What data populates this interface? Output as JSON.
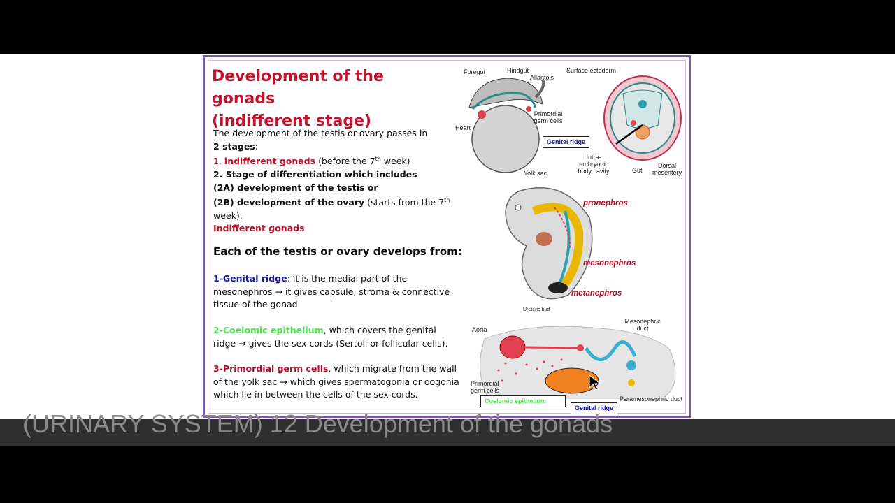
{
  "slide": {
    "title_line1": "Development of the gonads",
    "title_line2": "(indifferent stage)",
    "intro": "The development of the testis or ovary passes in",
    "two_stages": "2 stages",
    "colon": ":",
    "stage1_num": "1.",
    "stage1_name": "indifferent gonads",
    "stage1_note": "(before the 7",
    "th": "th",
    "week_close": " week)",
    "stage2": "2. Stage of differentiation which includes",
    "stage2a": "(2A) development of the testis or",
    "stage2b": "(2B) development of the ovary",
    "stage2b_note": " (starts from the 7",
    "stage2b_week": " week).",
    "indifferent_gonads": "Indifferent gonads",
    "heading": "Each of the testis or ovary develops from:",
    "item1_name": "1-Genital ridge",
    "item1_text": ": it is the medial part of the mesonephros → it gives capsule, stroma & connective tissue of the gonad",
    "item2_name": "2-Coelomic epithelium",
    "item2_text": ", which covers the genital ridge → gives the sex cords (Sertoli or follicular cells).",
    "item3_name": "3-Primordial germ cells",
    "item3_text": ", which migrate from the wall of the yolk sac → which gives spermatogonia or oogonia which lie in between the cells of the sex cords."
  },
  "figure1": {
    "foregut": "Foregut",
    "hindgut": "Hindgut",
    "allantois": "Allantois",
    "heart": "Heart",
    "primordial_germ_cells": "Primordial germ cells",
    "yolk_sac": "Yolk sac",
    "surface_ectoderm": "Surface ectoderm",
    "genital_ridge": "Genital ridge",
    "intra_embryonic": "Intra-embryonic body cavity",
    "gut": "Gut",
    "dorsal_mesentery": "Dorsal mesentery"
  },
  "figure2": {
    "pronephros": "pronephros",
    "mesonephros": "mesonephros",
    "metanephros": "metanephros",
    "ureteric_bud": "Ureteric bud"
  },
  "figure3": {
    "aorta": "Aorta",
    "mesonephric_duct": "Mesonephric duct",
    "primordial_germ_cells": "Primordial germ cells",
    "coelomic_epithelium": "Coelomic epithelium",
    "genital_ridge": "Genital ridge",
    "paramesonephric_duct": "Paramesonephric duct"
  },
  "caption": "(URINARY SYSTEM) 12 Development of the gonads"
}
